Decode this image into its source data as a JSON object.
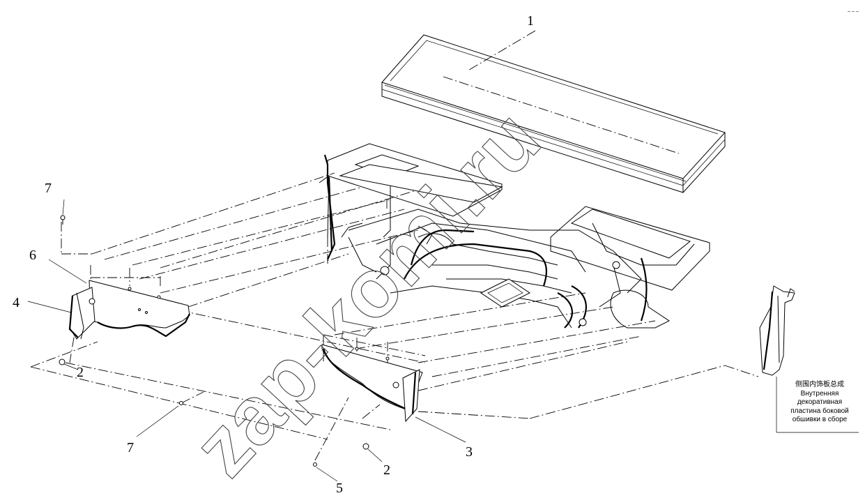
{
  "callouts": [
    {
      "key": "1",
      "text": "1"
    },
    {
      "key": "2a",
      "text": "2"
    },
    {
      "key": "2b",
      "text": "2"
    },
    {
      "key": "3",
      "text": "3"
    },
    {
      "key": "4",
      "text": "4"
    },
    {
      "key": "5",
      "text": "5"
    },
    {
      "key": "6",
      "text": "6"
    },
    {
      "key": "7a",
      "text": "7"
    },
    {
      "key": "7b",
      "text": "7"
    }
  ],
  "annotation": {
    "chinese": "侧围内饰板总成",
    "russian_lines": [
      "Внутренняя",
      "декоративная",
      "пластина боковой",
      "обшивки в сборе"
    ]
  },
  "watermark": "zap-komi.ru"
}
